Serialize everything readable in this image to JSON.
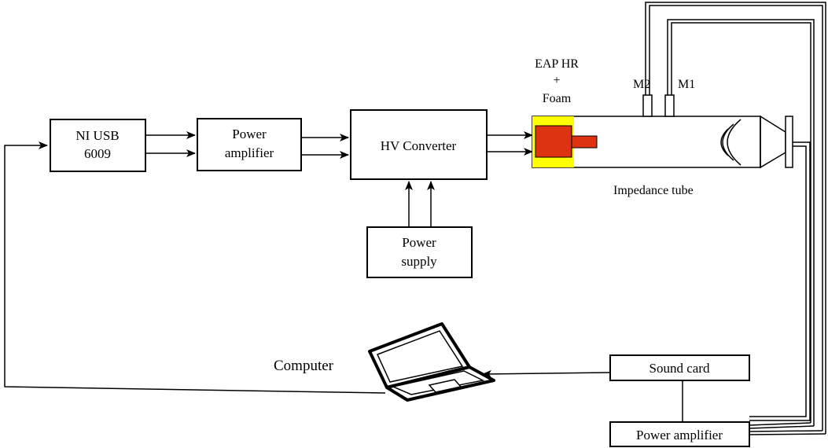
{
  "blocks": {
    "ni_usb": {
      "line1": "NI USB",
      "line2": "6009"
    },
    "power_amplifier_top": {
      "line1": "Power",
      "line2": "amplifier"
    },
    "hv_converter": {
      "label": "HV Converter"
    },
    "power_supply": {
      "line1": "Power",
      "line2": "supply"
    },
    "sound_card": {
      "label": "Sound card"
    },
    "power_amplifier_bottom": {
      "label": "Power amplifier"
    }
  },
  "labels": {
    "eap_line1": "EAP HR",
    "eap_line2": "+",
    "eap_line3": "Foam",
    "mic_2": "M2",
    "mic_1": "M1",
    "impedance_tube": "Impedance tube",
    "computer": "Computer"
  },
  "colors": {
    "eap_sample": "#dd3311",
    "foam": "#ffff00",
    "line": "#000000"
  }
}
